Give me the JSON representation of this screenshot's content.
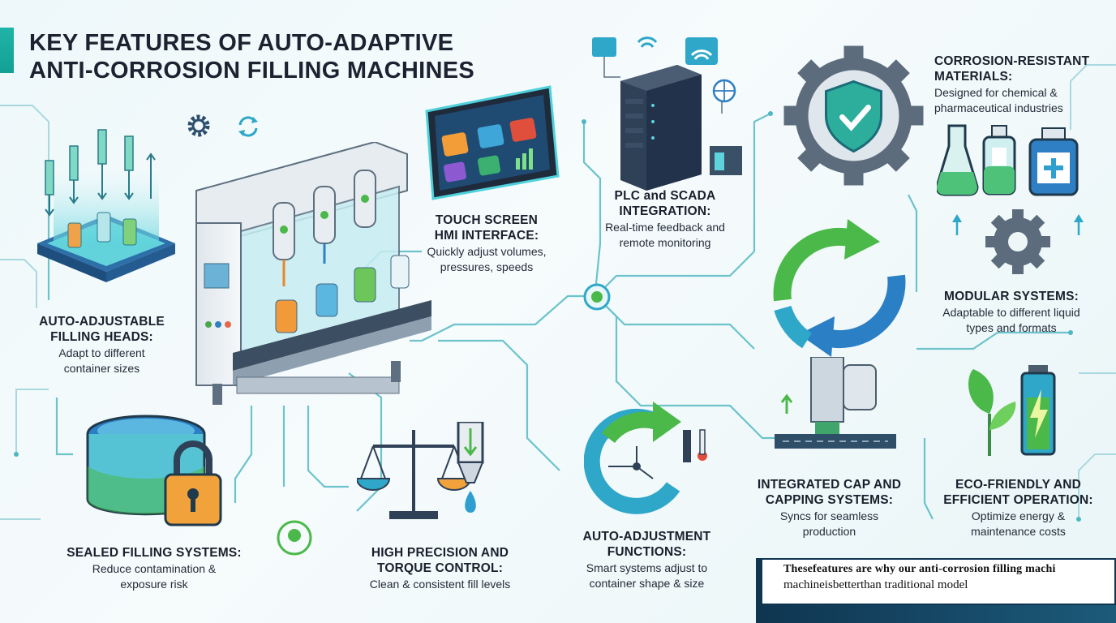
{
  "title": {
    "line1": "KEY FEATURES OF AUTO-ADAPTIVE",
    "line2": "ANTI-CORROSION FILLING MACHINES"
  },
  "features": {
    "heads": {
      "h1": "AUTO-ADJUSTABLE",
      "h2": "FILLING HEADS:",
      "d1": "Adapt to different",
      "d2": "container sizes"
    },
    "hmi": {
      "h1": "TOUCH SCREEN",
      "h2": "HMI INTERFACE:",
      "d1": "Quickly adjust volumes,",
      "d2": "pressures, speeds"
    },
    "plc": {
      "h1": "PLC and SCADA",
      "h2": "INTEGRATION:",
      "d1": "Real-time feedback and",
      "d2": "remote monitoring"
    },
    "materials": {
      "h1": "CORROSION-RESISTANT",
      "h2": "MATERIALS:",
      "d1": "Designed for chemical &",
      "d2": "pharmaceutical industries"
    },
    "modular": {
      "h1": "MODULAR SYSTEMS:",
      "d1": "Adaptable to different liquid",
      "d2": "types and formats"
    },
    "sealed": {
      "h1": "SEALED FILLING SYSTEMS:",
      "d1": "Reduce contamination &",
      "d2": "exposure risk"
    },
    "precision": {
      "h1": "HIGH PRECISION AND",
      "h2": "TORQUE CONTROL:",
      "d1": "Clean & consistent fill levels"
    },
    "autoadjust": {
      "h1": "AUTO-ADJUSTMENT",
      "h2": "FUNCTIONS:",
      "d1": "Smart systems adjust to",
      "d2": "container shape & size"
    },
    "capping": {
      "h1": "INTEGRATED CAP AND",
      "h2": "CAPPING SYSTEMS:",
      "d1": "Syncs for seamless",
      "d2": "production"
    },
    "eco": {
      "h1": "ECO-FRIENDLY AND",
      "h2": "EFFICIENT OPERATION:",
      "d1": "Optimize energy &",
      "d2": "maintenance costs"
    }
  },
  "banner": {
    "line1": "Thesefeatures are why our anti-corrosion filling machi",
    "line2": "machineisbetterthan traditional model"
  },
  "colors": {
    "teal": "#1fb4a6",
    "blue": "#2b7fc4",
    "green": "#4bb84a",
    "navy": "#0f3550"
  }
}
